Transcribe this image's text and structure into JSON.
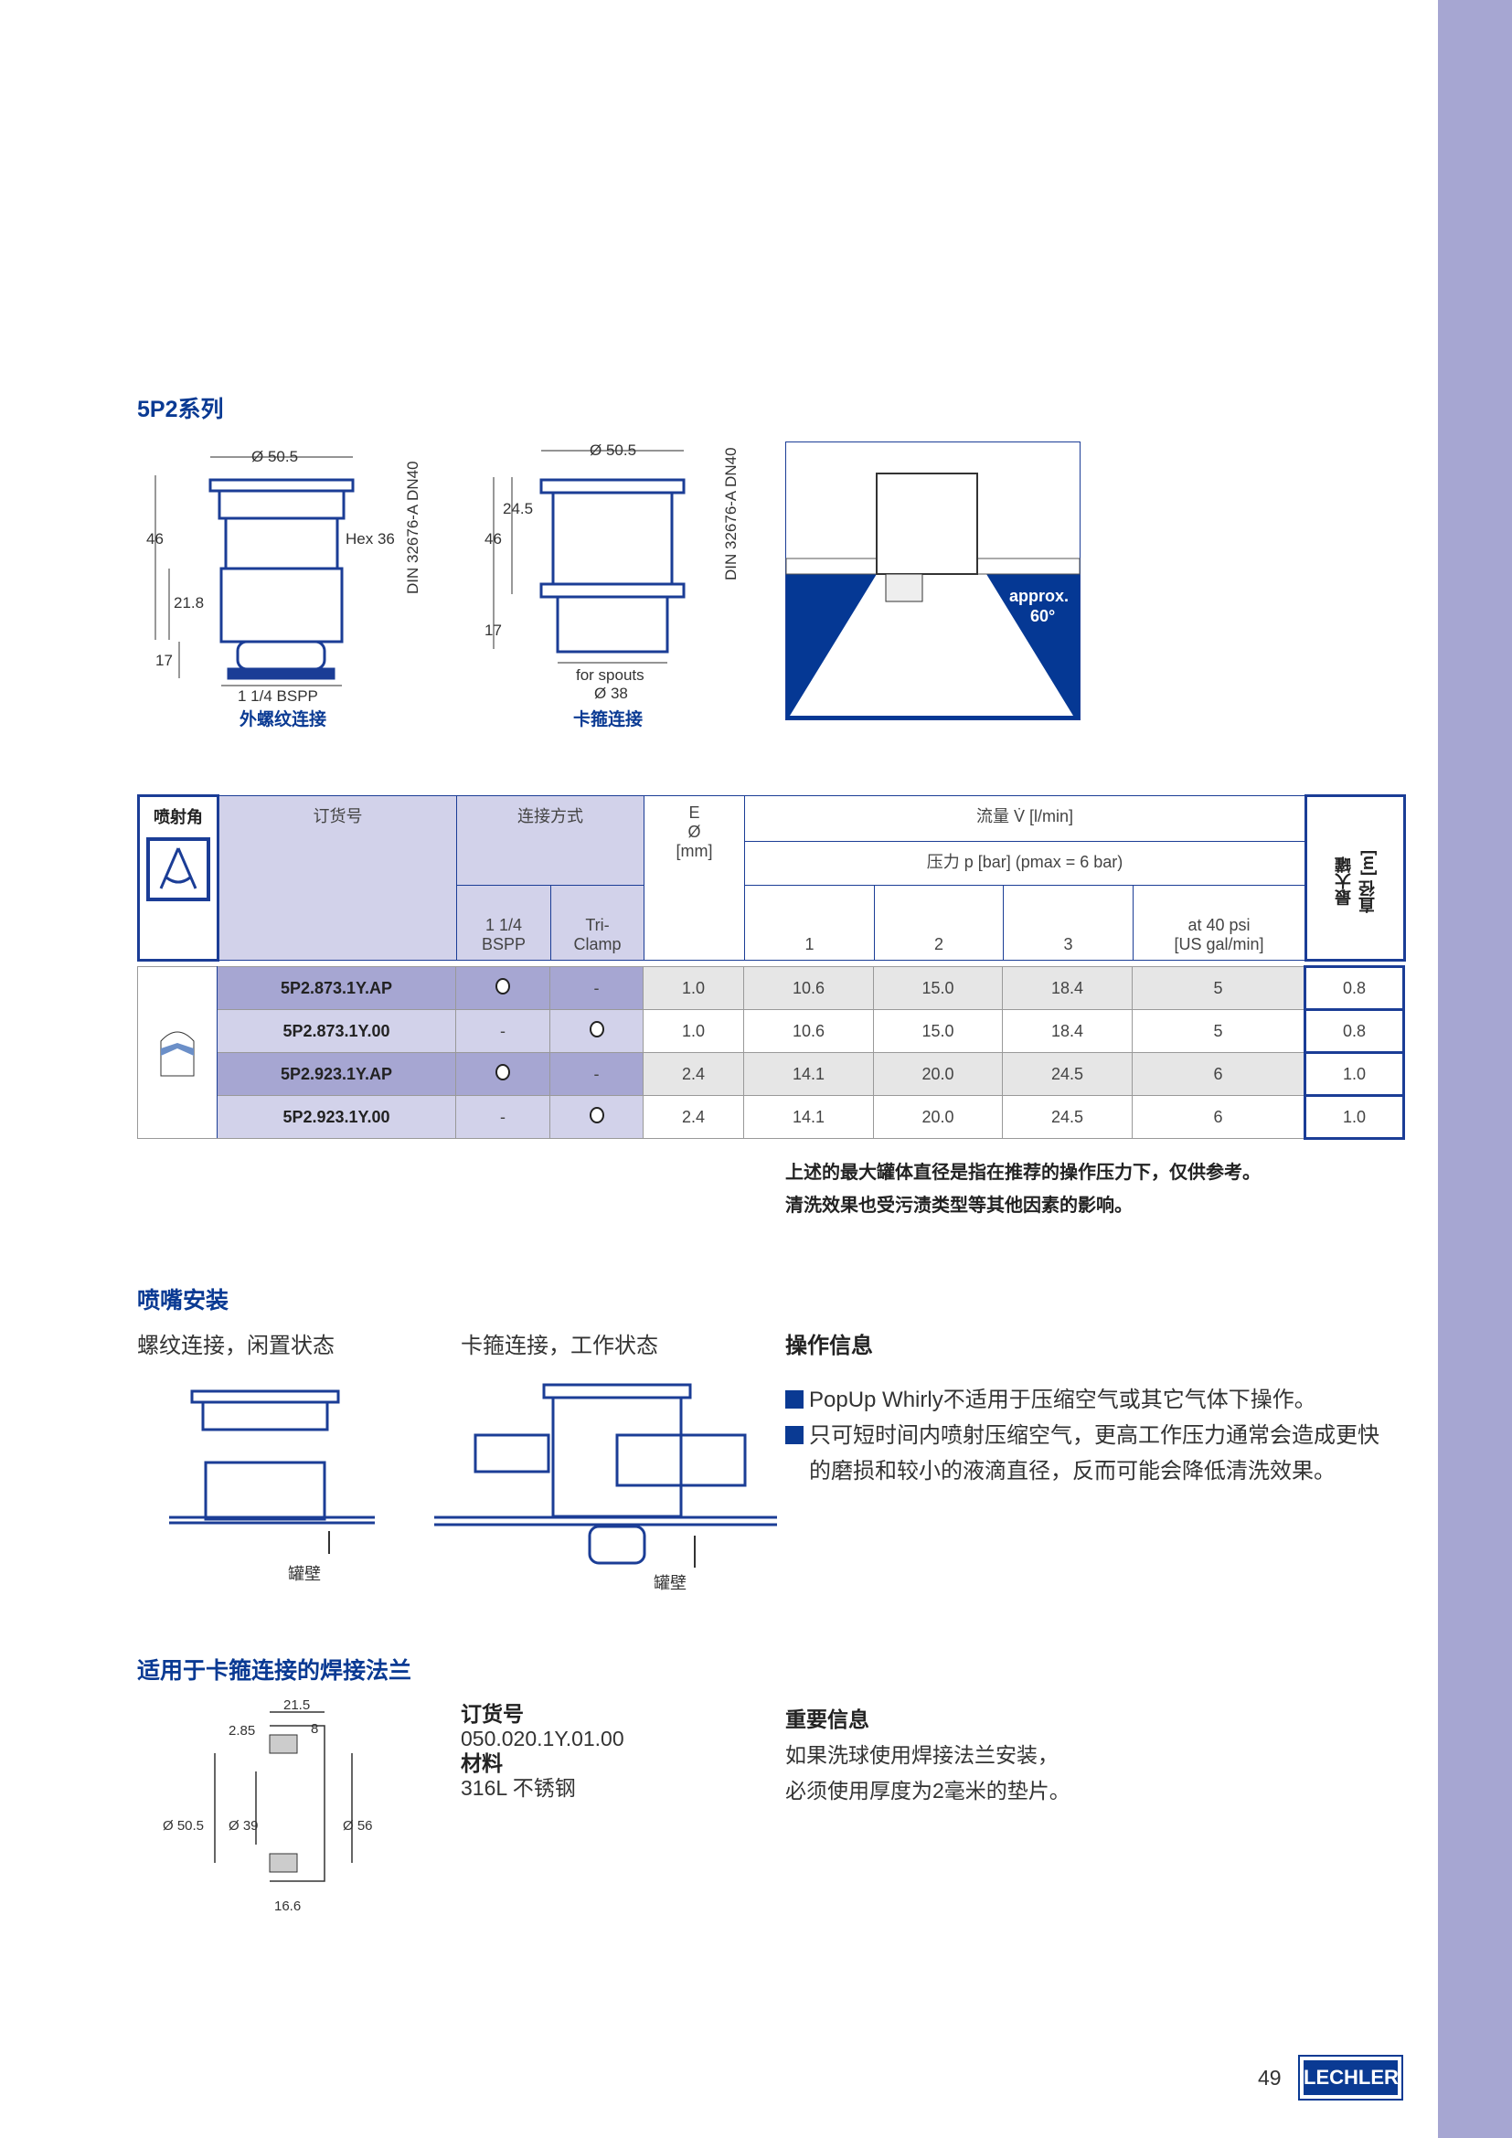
{
  "section1": {
    "title": "5P2系列",
    "drawing_left": {
      "dia": "Ø 50.5",
      "din": "DIN 32676-A DN40",
      "hex": "Hex 36",
      "h46": "46",
      "h218": "21.8",
      "h17": "17",
      "thread": "1 1/4 BSPP",
      "caption": "外螺纹连接"
    },
    "drawing_mid": {
      "dia": "Ø 50.5",
      "din": "DIN 32676-A DN40",
      "h245": "24.5",
      "h46": "46",
      "h17": "17",
      "spouts": "for spouts",
      "spouts_dia": "Ø 38",
      "caption": "卡箍连接"
    },
    "spray_image": {
      "angle": "approx.",
      "angle2": "60°"
    }
  },
  "table": {
    "headers": {
      "angle": "喷射角",
      "order": "订货号",
      "connection": "连接方式",
      "bspp": "1 1/4\nBSPP",
      "triclamp": "Tri-\nClamp",
      "e": "E\nØ\n[mm]",
      "flow": "流量  V̇ [l/min]",
      "pressure": "压力   p [bar] (pmax = 6 bar)",
      "p1": "1",
      "p2": "2",
      "p3": "3",
      "psi": "at 40 psi\n[US gal/min]",
      "tank": "最大罐\n直径 [m]"
    },
    "rows": [
      {
        "code": "5P2.873.1Y.AP",
        "bspp": "o",
        "tri": "-",
        "e": "1.0",
        "p1": "10.6",
        "p2": "15.0",
        "p3": "18.4",
        "psi": "5",
        "tank": "0.8"
      },
      {
        "code": "5P2.873.1Y.00",
        "bspp": "-",
        "tri": "o",
        "e": "1.0",
        "p1": "10.6",
        "p2": "15.0",
        "p3": "18.4",
        "psi": "5",
        "tank": "0.8"
      },
      {
        "code": "5P2.923.1Y.AP",
        "bspp": "o",
        "tri": "-",
        "e": "2.4",
        "p1": "14.1",
        "p2": "20.0",
        "p3": "24.5",
        "psi": "6",
        "tank": "1.0"
      },
      {
        "code": "5P2.923.1Y.00",
        "bspp": "-",
        "tri": "o",
        "e": "2.4",
        "p1": "14.1",
        "p2": "20.0",
        "p3": "24.5",
        "psi": "6",
        "tank": "1.0"
      }
    ]
  },
  "notes": [
    "上述的最大罐体直径是指在推荐的操作压力下，仅供参考。",
    "清洗效果也受污渍类型等其他因素的影响。"
  ],
  "install": {
    "title": "喷嘴安装",
    "left_caption": "螺纹连接，闲置状态",
    "mid_caption": "卡箍连接，工作状态",
    "wall_label": "罐壁",
    "wall_label2": "罐壁"
  },
  "operation": {
    "title": "操作信息",
    "bullets": [
      "PopUp Whirly不适用于压缩空气或其它气体下操作。",
      "只可短时间内喷射压缩空气，更高工作压力通常会造成更快",
      "的磨损和较小的液滴直径，反而可能会降低清洗效果。"
    ]
  },
  "flange": {
    "title": "适用于卡箍连接的焊接法兰",
    "dims": {
      "d215": "21.5",
      "d285": "2.85",
      "d8": "8",
      "d505": "Ø 50.5",
      "d39": "Ø 39",
      "d56": "Ø 56",
      "d166": "16.6"
    },
    "order_label": "订货号",
    "order_value": "050.020.1Y.01.00",
    "material_label": "材料",
    "material_value": "316L 不锈钢"
  },
  "important": {
    "title": "重要信息",
    "lines": [
      "如果洗球使用焊接法兰安装，",
      "必须使用厚度为2毫米的垫片。"
    ]
  },
  "footer": {
    "page": "49",
    "logo": "LECHLER"
  },
  "colors": {
    "brand": "#0a3a93",
    "band": "#a6a6d2",
    "lavender": "#d2d2ea"
  }
}
